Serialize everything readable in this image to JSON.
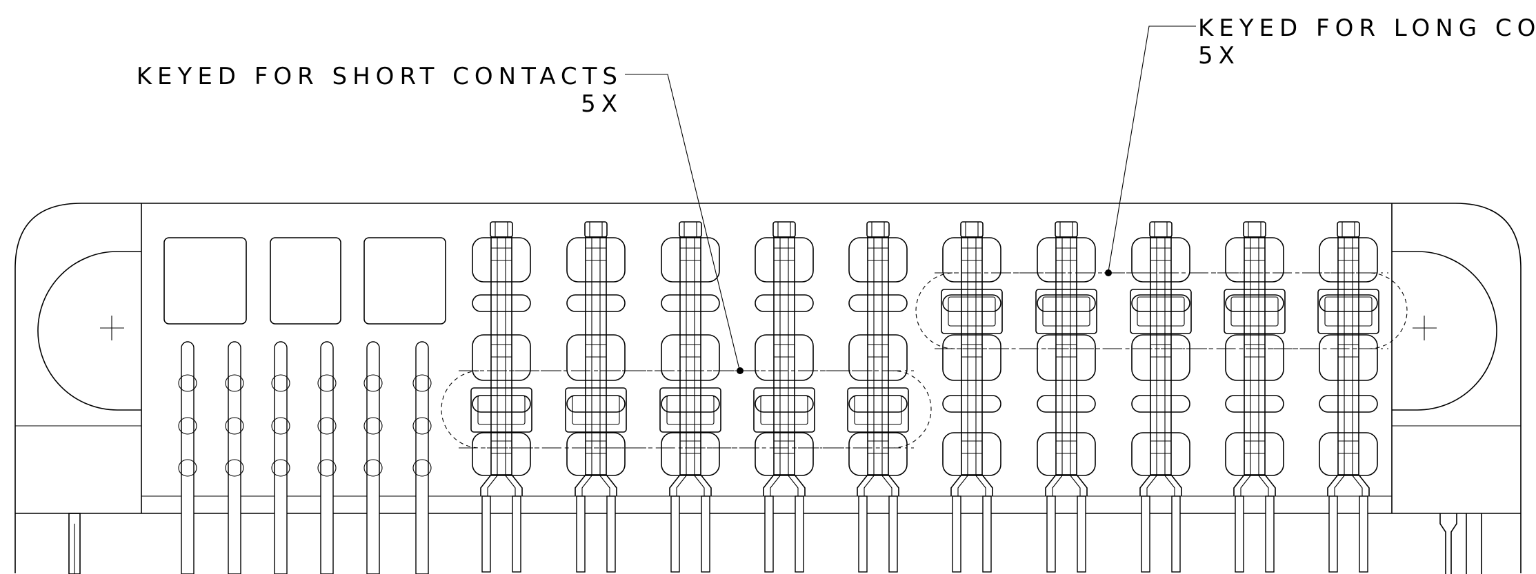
{
  "callouts": {
    "short": {
      "label": "KEYED FOR SHORT CONTACTS",
      "qty": "5X"
    },
    "long": {
      "label": "KEYED FOR LONG CONTACTS",
      "qty": "5X"
    }
  },
  "connector": {
    "signal_pin_columns": 6,
    "signal_pin_rows": 3,
    "square_cavities": 3,
    "power_contacts": [
      {
        "keying": "short"
      },
      {
        "keying": "short"
      },
      {
        "keying": "short"
      },
      {
        "keying": "short"
      },
      {
        "keying": "short"
      },
      {
        "keying": "long"
      },
      {
        "keying": "long"
      },
      {
        "keying": "long"
      },
      {
        "keying": "long"
      },
      {
        "keying": "long"
      }
    ]
  }
}
